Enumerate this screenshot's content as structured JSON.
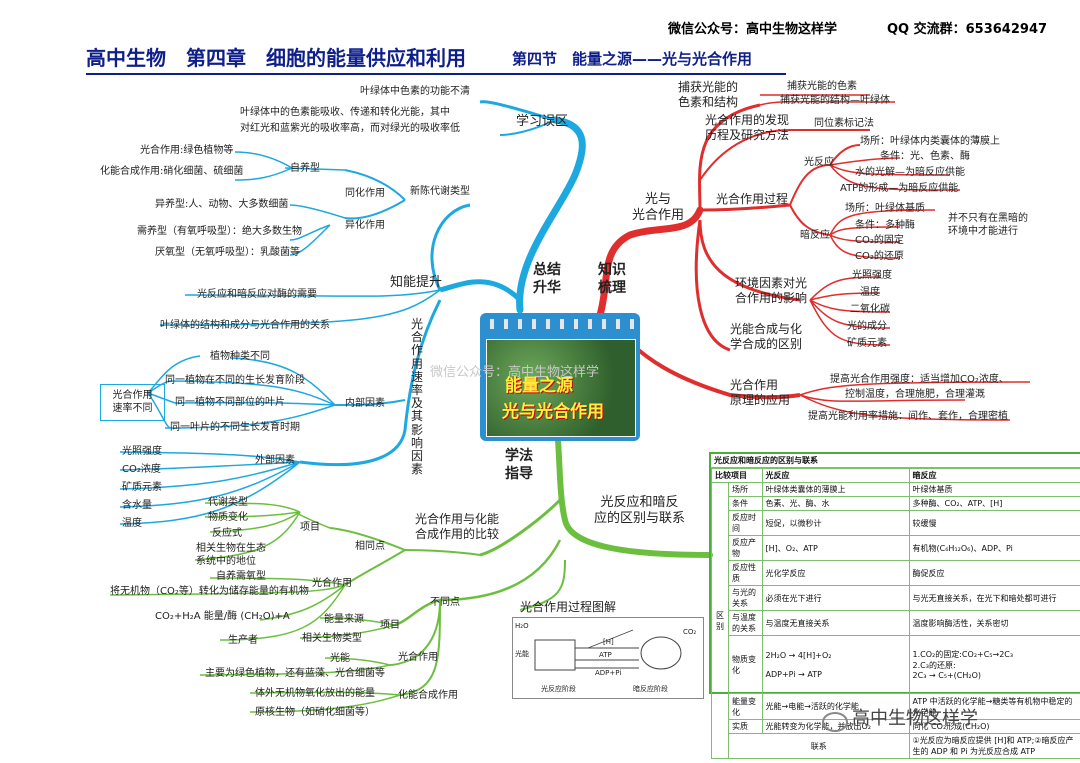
{
  "header": {
    "wechat": "微信公众号：高中生物这样学",
    "qq": "QQ 交流群：653642947",
    "title": "高中生物　第四章　细胞的能量供应和利用",
    "section": "第四节　能量之源——光与光合作用"
  },
  "center": {
    "title_line1": "能量之源",
    "title_line2": "光与光合作用",
    "watermark": "微信公众号：高中生物这样学"
  },
  "branches": {
    "zongjie": "总结\n升华",
    "zhishi": "知识\n梳理",
    "xuefa": "学法\n指导"
  },
  "left_top": {
    "xuexiwuqu": "学习误区",
    "w1": "叶绿体中色素的功能不清",
    "w2a": "叶绿体中的色素能吸收、传递和转化光能，其中",
    "w2b": "对红光和蓝紫光的吸收率高，而对绿光的吸收率低",
    "zhinengtisheng": "知能提升",
    "xinchen": "新陈代谢类型",
    "tonghua": "同化作用",
    "zizhang": "自养型",
    "gh1": "光合作用:绿色植物等",
    "gh2": "化能合成作用:硝化细菌、硫细菌",
    "yiyang": "异养型:人、动物、大多数细菌",
    "yihua": "异化作用",
    "xy": "需养型（有氧呼吸型）：绝大多数生物",
    "yy": "厌氧型（无氧呼吸型）：乳酸菌等",
    "k1": "光反应和暗反应对酶的需要",
    "k2": "叶绿体的结构和成分与光合作用的关系",
    "vertical": "光合作用速率及其影响因素",
    "box": "光合作用\n速率不同",
    "neibu": "内部因素",
    "n1": "植物种类不同",
    "n2": "同一植物在不同的生长发育阶段",
    "n3": "同一植物不同部位的叶片",
    "n4": "同一叶片的不同生长发育时期",
    "waibu": "外部因素",
    "f1": "光照强度",
    "f2": "CO₂浓度",
    "f3": "矿质元素",
    "f4": "含水量",
    "f5": "温度"
  },
  "left_bottom": {
    "bijiao": "光合作用与化能\n合成作用的比较",
    "xiangtong": "相同点",
    "butong": "不同点",
    "xiangmu": "项目",
    "x1": "代谢类型",
    "x2": "物质变化",
    "x3": "反应式",
    "x4a": "相关生物在生态",
    "x4b": "系统中的地位",
    "gh": "光合作用",
    "g1": "自养需氧型",
    "g2": "将无机物（CO₂等）转化为储存能量的有机物",
    "g3": "CO₂+H₂A 能量/酶 (CH₂O)+A",
    "g4": "生产者",
    "xiangmu2": "项目",
    "y1": "能量来源",
    "y2": "相关生物类型",
    "gh2": "光合作用",
    "p1": "光能",
    "p2": "主要为绿色植物，还有蓝藻、光合细菌等",
    "hn": "化能合成作用",
    "h1": "体外无机物氧化放出的能量",
    "h2": "原核生物（如硝化细菌等）"
  },
  "right": {
    "guangyu": "光与\n光合作用",
    "buhuo": "捕获光能的\n色素和结构",
    "b1": "捕获光能的色素",
    "b2": "捕获光能的结构—叶绿体",
    "faxian": "光合作用的发现\n历程及研究方法",
    "fx1": "同位素标记法",
    "guocheng": "光合作用过程",
    "guangfan": "光反应",
    "gf1": "场所：叶绿体内类囊体的薄膜上",
    "gf2": "条件：光、色素、酶",
    "gf3": "水的光解—为暗反应供能",
    "gf4": "ATP的形成—为暗反应供能",
    "anfan": "暗反应",
    "af1": "场所：叶绿体基质",
    "af2": "条件：多种酶",
    "af3": "CO₂的固定",
    "af4": "CO₂的还原",
    "afnote": "并不只有在黑暗的\n环境中才能进行",
    "huanjing": "环境因素对光\n合作用的影响",
    "e1": "光照强度",
    "e2": "温度",
    "e3": "二氧化碳",
    "e4": "光的成分",
    "e5": "矿质元素",
    "qubie": "光能合成与化\n学合成的区别",
    "yingyong": "光合作用\n原理的应用",
    "a1a": "提高光合作用强度：适当增加CO₂浓度、",
    "a1b": "控制温度，合理施肥，合理灌溉",
    "a2": "提高光能利用率措施：间作、套作，合理密植",
    "qubielianxi": "光反应和暗反\n应的区别与联系",
    "tujie": "光合作用过程图解"
  },
  "table": {
    "title": "光反应和暗反应的区别与联系",
    "head": [
      "比较项目",
      "光反应",
      "暗反应"
    ],
    "qu": "区\n别",
    "rows": [
      [
        "场所",
        "叶绿体类囊体的薄膜上",
        "叶绿体基质"
      ],
      [
        "条件",
        "色素、光、酶、水",
        "多种酶、CO₂、ATP、[H]"
      ],
      [
        "反应时间",
        "短促，以微秒计",
        "较缓慢"
      ],
      [
        "反应产物",
        "[H]、O₂、ATP",
        "有机物(C₆H₁₂O₆)、ADP、Pi"
      ],
      [
        "反应性质",
        "光化学反应",
        "酶促反应"
      ],
      [
        "与光的关系",
        "必须在光下进行",
        "与光无直接关系，在光下和暗处都可进行"
      ],
      [
        "与温度的关系",
        "与温度无直接关系",
        "温度影响酶活性，关系密切"
      ]
    ],
    "wz": "物质变化",
    "wz_l1": "2H₂O → 4[H]+O₂",
    "wz_l2": "ADP+Pi → ATP",
    "wz_r1": "1.CO₂的固定:CO₂+C₅→2C₃",
    "wz_r2": "2.C₃的还原:",
    "wz_r3": "2C₃ → C₅+(CH₂O)",
    "nl": "能量变化",
    "nl_l": "光能→电能→活跃的化学能",
    "nl_r": "ATP 中活跃的化学能→糖类等有机物中稳定的化学能",
    "sz": "实质",
    "sz_l": "光能转变为化学能，并放出O₂",
    "sz_r": "同化 CO₂形成(CH₂O)",
    "lx": "联系",
    "lx_v": "①光反应为暗反应提供 [H]和 ATP;②暗反应产生的 ADP 和 Pi 为光反应合成 ATP"
  },
  "process": {
    "water": "H₂O",
    "guangneng": "光能",
    "h": "[H]",
    "atp": "ATP",
    "adp": "ADP+Pi",
    "co2": "CO₂",
    "l1": "光反应阶段",
    "l2": "暗反应阶段"
  },
  "footer": "高中生物这样学"
}
